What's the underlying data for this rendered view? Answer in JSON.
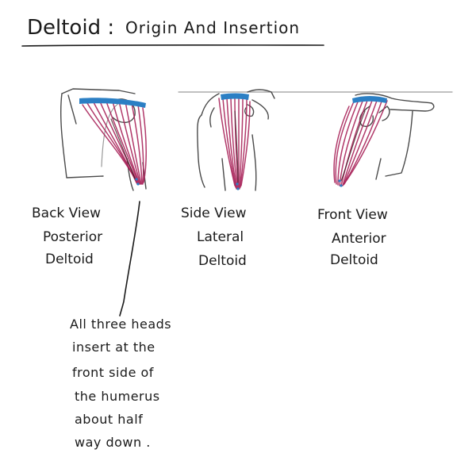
{
  "title": {
    "main": "Deltoid :",
    "sub": "Origin And Insertion"
  },
  "colors": {
    "muscle": "#a8245a",
    "origin_insertion": "#2b7fc4",
    "outline": "#4a4a4a",
    "ink": "#1a1a1a"
  },
  "views": [
    {
      "lines": [
        "Back View",
        "Posterior",
        "Deltoid"
      ]
    },
    {
      "lines": [
        "Side View",
        "Lateral",
        "Deltoid"
      ]
    },
    {
      "lines": [
        "Front View",
        "Anterior",
        "Deltoid"
      ]
    }
  ],
  "note": {
    "lines": [
      "All three heads",
      "insert at the",
      "front side of",
      "the humerus",
      "about half",
      "way down ."
    ]
  }
}
